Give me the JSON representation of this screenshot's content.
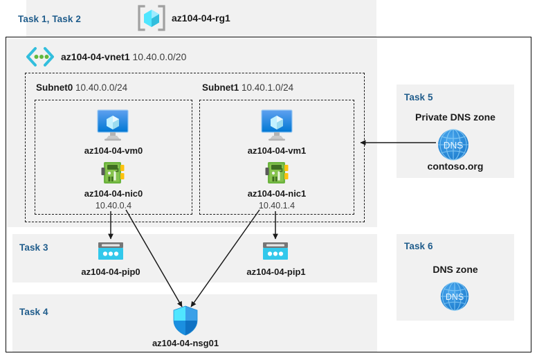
{
  "header": {
    "task_label": "Task 1, Task 2",
    "resource_group_icon": "resource-group-icon",
    "resource_group_name": "az104-04-rg1"
  },
  "vnet": {
    "icon": "virtual-network-icon",
    "name": "az104-04-vnet1",
    "address_space": "10.40.0.0/20",
    "subnets": [
      {
        "name": "Subnet0",
        "address_prefix": "10.40.0.0/24",
        "vm": {
          "icon": "virtual-machine-icon",
          "name": "az104-04-vm0"
        },
        "nic": {
          "icon": "network-interface-icon",
          "name": "az104-04-nic0",
          "ip": "10.40.0.4"
        }
      },
      {
        "name": "Subnet1",
        "address_prefix": "10.40.1.0/24",
        "vm": {
          "icon": "virtual-machine-icon",
          "name": "az104-04-vm1"
        },
        "nic": {
          "icon": "network-interface-icon",
          "name": "az104-04-nic1",
          "ip": "10.40.1.4"
        }
      }
    ]
  },
  "task3": {
    "task_label": "Task 3",
    "public_ips": [
      {
        "icon": "public-ip-address-icon",
        "name": "az104-04-pip0"
      },
      {
        "icon": "public-ip-address-icon",
        "name": "az104-04-pip1"
      }
    ]
  },
  "task4": {
    "task_label": "Task 4",
    "nsg": {
      "icon": "network-security-group-shield-icon",
      "name": "az104-04-nsg01"
    }
  },
  "task5": {
    "task_label": "Task 5",
    "title": "Private DNS zone",
    "icon": "dns-zone-globe-icon",
    "zone_name": "contoso.org"
  },
  "task6": {
    "task_label": "Task 6",
    "title": "DNS zone",
    "icon": "dns-zone-globe-icon"
  },
  "colors": {
    "task_text": "#1f5c8b",
    "panel_background": "#f1f1f1",
    "page_background": "#ffffff",
    "frame_border": "#0a0a0a",
    "azure_blue": "#0078d4",
    "public_ip_cyan": "#32c8eb",
    "nic_green": "#76bc43",
    "dns_blue": "#1e8ad6"
  }
}
